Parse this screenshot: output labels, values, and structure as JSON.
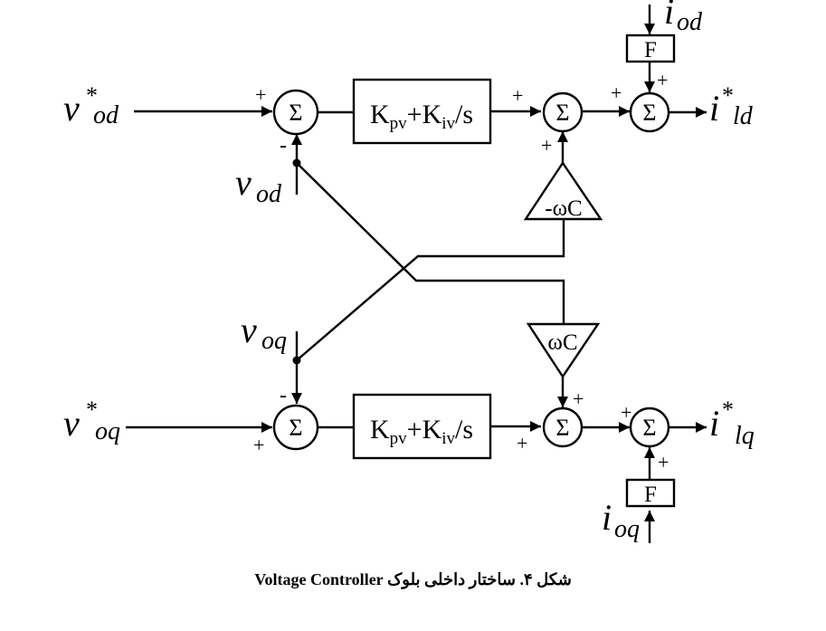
{
  "diagram": {
    "title": "Voltage Controller",
    "colors": {
      "stroke": "#000000",
      "background": "#ffffff"
    },
    "inputs": {
      "v_od_ref": {
        "base": "v",
        "sup": "*",
        "sub": "od"
      },
      "v_od": {
        "base": "v",
        "sub": "od"
      },
      "v_oq": {
        "base": "v",
        "sub": "oq"
      },
      "v_oq_ref": {
        "base": "v",
        "sup": "*",
        "sub": "oq"
      },
      "i_od": {
        "base": "i",
        "sub": "od"
      },
      "i_oq": {
        "base": "i",
        "sub": "oq"
      }
    },
    "outputs": {
      "i_ld_ref": {
        "base": "i",
        "sup": "*",
        "sub": "ld"
      },
      "i_lq_ref": {
        "base": "i",
        "sup": "*",
        "sub": "lq"
      }
    },
    "blocks": {
      "pi_d": {
        "K1": "K",
        "K1_sub": "pv",
        "plus": "+",
        "K2": "K",
        "K2_sub": "iv",
        "tail": "/s"
      },
      "pi_q": {
        "K1": "K",
        "K1_sub": "pv",
        "plus": "+",
        "K2": "K",
        "K2_sub": "iv",
        "tail": "/s"
      },
      "gain_d": "-ωC",
      "gain_q": "ωC",
      "filter_d": "F",
      "filter_q": "F",
      "sum_symbol": "Σ"
    },
    "signs": {
      "sum1_d_ref": "+",
      "sum1_d_fb": "-",
      "sum2_d_pi": "+",
      "sum2_d_gain": "+",
      "sum3_d_in": "+",
      "sum3_d_ff": "+",
      "sum1_q_fb": "-",
      "sum1_q_ref": "+",
      "sum2_q_gain": "+",
      "sum2_q_pi": "+",
      "sum3_q_in": "+",
      "sum3_q_ff": "+"
    }
  },
  "caption": "شکل ۴. ساختار داخلی بلوک Voltage Controller"
}
